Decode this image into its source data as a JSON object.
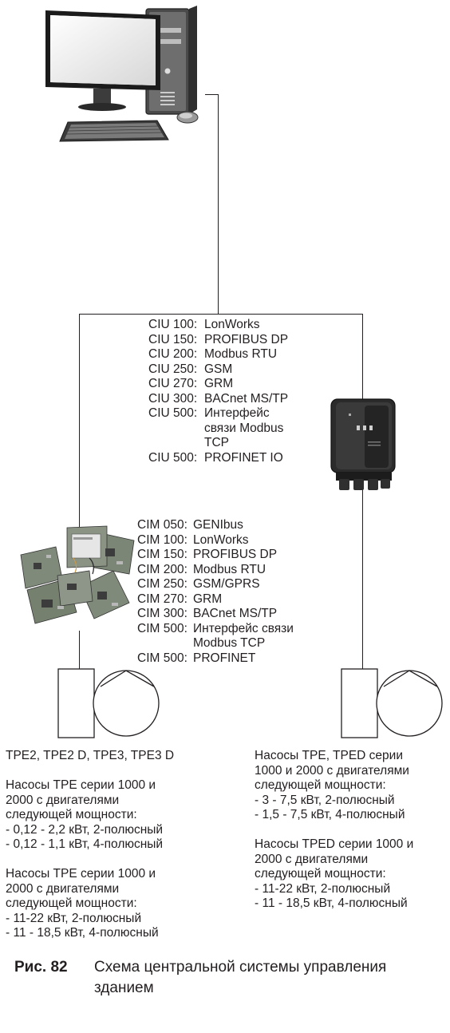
{
  "ciu_list": [
    {
      "code": "CIU 100:",
      "lines": [
        "LonWorks"
      ]
    },
    {
      "code": "CIU 150:",
      "lines": [
        "PROFIBUS DP"
      ]
    },
    {
      "code": "CIU 200:",
      "lines": [
        "Modbus RTU"
      ]
    },
    {
      "code": "CIU 250:",
      "lines": [
        "GSM"
      ]
    },
    {
      "code": "CIU 270:",
      "lines": [
        "GRM"
      ]
    },
    {
      "code": "CIU 300:",
      "lines": [
        "BACnet MS/TP"
      ]
    },
    {
      "code": "CIU 500:",
      "lines": [
        "Интерфейс",
        "связи Modbus",
        "TCP"
      ]
    },
    {
      "code": "CIU 500:",
      "lines": [
        "PROFINET IO"
      ]
    }
  ],
  "cim_list": [
    {
      "code": "CIM 050:",
      "lines": [
        "GENIbus"
      ]
    },
    {
      "code": "CIM 100:",
      "lines": [
        "LonWorks"
      ]
    },
    {
      "code": "CIM 150:",
      "lines": [
        "PROFIBUS DP"
      ]
    },
    {
      "code": "CIM 200:",
      "lines": [
        "Modbus RTU"
      ]
    },
    {
      "code": "CIM 250:",
      "lines": [
        "GSM/GPRS"
      ]
    },
    {
      "code": "CIM 270:",
      "lines": [
        "GRM"
      ]
    },
    {
      "code": "CIM 300:",
      "lines": [
        "BACnet MS/TP"
      ]
    },
    {
      "code": "CIM 500:",
      "lines": [
        "Интерфейс связи",
        "Modbus TCP"
      ]
    },
    {
      "code": "CIM 500:",
      "lines": [
        "PROFINET"
      ]
    }
  ],
  "left_pump": {
    "title": "TPE2, TPE2 D, TPE3, TPE3 D",
    "group1": [
      "Насосы TPE серии 1000 и",
      "2000 с двигателями",
      "следующей мощности:",
      "- 0,12 - 2,2 кВт, 2-полюсный",
      "- 0,12 - 1,1 кВт, 4-полюсный"
    ],
    "group2": [
      "Насосы TPE серии 1000 и",
      "2000 с двигателями",
      "следующей мощности:",
      "- 11-22 кВт, 2-полюсный",
      "- 11 - 18,5 кВт, 4-полюсный"
    ]
  },
  "right_pump": {
    "group1": [
      "Насосы TPE, TPED серии",
      "1000 и 2000 с двигателями",
      "следующей мощности:",
      "- 3 - 7,5 кВт, 2-полюсный",
      "- 1,5 - 7,5 кВт, 4-полюсный"
    ],
    "group2": [
      "Насосы TPED серии 1000 и",
      "2000 с двигателями",
      "следующей мощности:",
      "- 11-22 кВт, 2-полюсный",
      "- 11 - 18,5 кВт, 4-полюсный"
    ]
  },
  "caption": {
    "number": "Рис. 82",
    "text": "Схема центральной системы управления зданием"
  },
  "icons": {
    "computer": "desktop-computer-icon",
    "ciu_unit": "ciu-module-icon",
    "cim_modules": "cim-modules-icon",
    "pump_left": "pump-symbol-icon",
    "pump_right": "pump-symbol-icon"
  }
}
